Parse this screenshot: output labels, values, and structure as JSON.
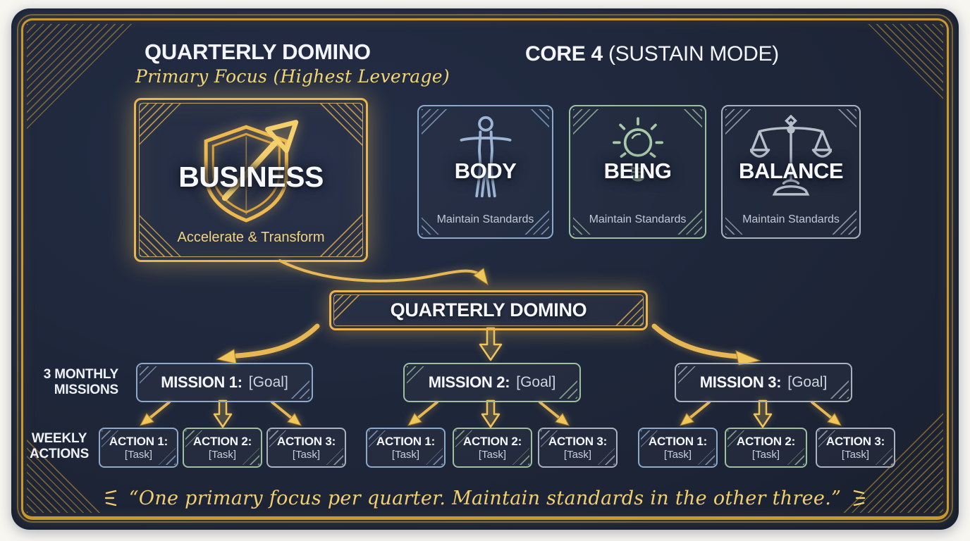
{
  "colors": {
    "page_bg": "#f7f6f1",
    "panel_bg": "#1d2537",
    "gold": "#c9992f",
    "gold_bright": "#f3cf6d",
    "blue_accent": "#8ca8cb",
    "green_accent": "#9ec09e",
    "gray_accent": "#aab3bd",
    "text_white": "#f3f5f8",
    "text_muted": "#c6cfdb"
  },
  "header": {
    "left": {
      "title": "QUARTERLY DOMINO",
      "subtitle": "Primary Focus (Highest Leverage)"
    },
    "right": {
      "title_bold": "CORE 4",
      "title_light": "(SUSTAIN MODE)"
    }
  },
  "primary_card": {
    "icon": "shield-growth-arrow-icon",
    "label": "BUSINESS",
    "sublabel": "Accelerate & Transform",
    "accent": "#ecb44e"
  },
  "core_cards": [
    {
      "icon": "person-icon",
      "label": "BODY",
      "sublabel": "Maintain Standards",
      "accent": "#8ca8cb"
    },
    {
      "icon": "lightbulb-icon",
      "label": "BEING",
      "sublabel": "Maintain Standards",
      "accent": "#9ec09e"
    },
    {
      "icon": "scales-icon",
      "label": "BALANCE",
      "sublabel": "Maintain Standards",
      "accent": "#aab3bd"
    }
  ],
  "banner": {
    "label": "QUARTERLY DOMINO"
  },
  "row_labels": {
    "missions_line1": "3 MONTHLY",
    "missions_line2": "MISSIONS",
    "actions_line1": "WEEKLY",
    "actions_line2": "ACTIONS"
  },
  "missions": [
    {
      "title": "MISSION 1:",
      "goal": "[Goal]",
      "accent": "#8ca8cb",
      "actions": [
        {
          "title": "ACTION 1:",
          "task": "[Task]",
          "accent": "#8ca8cb"
        },
        {
          "title": "ACTION 2:",
          "task": "[Task]",
          "accent": "#9ec09e"
        },
        {
          "title": "ACTION 3:",
          "task": "[Task]",
          "accent": "#aab3bd"
        }
      ]
    },
    {
      "title": "MISSION 2:",
      "goal": "[Goal]",
      "accent": "#9ec09e",
      "actions": [
        {
          "title": "ACTION 1:",
          "task": "[Task]",
          "accent": "#8ca8cb"
        },
        {
          "title": "ACTION 2:",
          "task": "[Task]",
          "accent": "#9ec09e"
        },
        {
          "title": "ACTION 3:",
          "task": "[Task]",
          "accent": "#aab3bd"
        }
      ]
    },
    {
      "title": "MISSION 3:",
      "goal": "[Goal]",
      "accent": "#aab3bd",
      "actions": [
        {
          "title": "ACTION 1:",
          "task": "[Task]",
          "accent": "#8ca8cb"
        },
        {
          "title": "ACTION 2:",
          "task": "[Task]",
          "accent": "#9ec09e"
        },
        {
          "title": "ACTION 3:",
          "task": "[Task]",
          "accent": "#aab3bd"
        }
      ]
    }
  ],
  "quote": "“One primary focus per quarter. Maintain standards in the other three.”"
}
